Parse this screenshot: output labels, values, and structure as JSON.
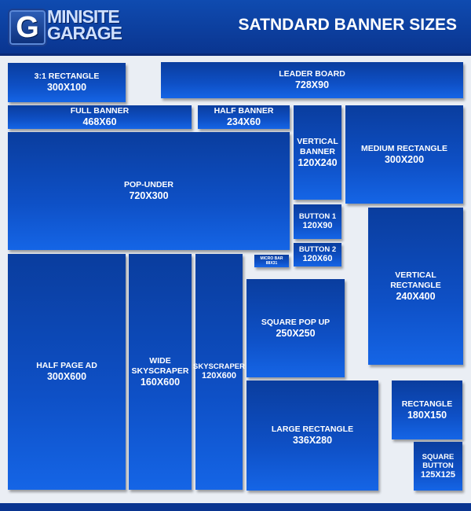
{
  "header": {
    "logo_letter": "G",
    "logo_line1": "MINISITE",
    "logo_line2": "GARAGE",
    "title": "SATNDARD BANNER SIZES"
  },
  "banners": {
    "rect_3_1": {
      "name": "3:1 RECTANGLE",
      "size": "300X100"
    },
    "leaderboard": {
      "name": "LEADER BOARD",
      "size": "728X90"
    },
    "full_banner": {
      "name": "FULL BANNER",
      "size": "468X60"
    },
    "half_banner": {
      "name": "HALF BANNER",
      "size": "234X60"
    },
    "vertical_banner": {
      "name": "VERTICAL BANNER",
      "size": "120X240"
    },
    "medium_rectangle": {
      "name": "MEDIUM RECTANGLE",
      "size": "300X200"
    },
    "pop_under": {
      "name": "POP-UNDER",
      "size": "720X300"
    },
    "button_1": {
      "name": "BUTTON 1",
      "size": "120X90"
    },
    "button_2": {
      "name": "BUTTON 2",
      "size": "120X60"
    },
    "micro_bar": {
      "name": "MICRO BAR",
      "size": "88X31"
    },
    "vertical_rectangle": {
      "name": "VERTICAL RECTANGLE",
      "size": "240X400"
    },
    "half_page_ad": {
      "name": "HALF PAGE AD",
      "size": "300X600"
    },
    "wide_skyscraper": {
      "name": "WIDE SKYSCRAPER",
      "size": "160X600"
    },
    "skyscraper": {
      "name": "SKYSCRAPER",
      "size": "120X600"
    },
    "square_pop_up": {
      "name": "SQUARE POP UP",
      "size": "250X250"
    },
    "large_rectangle": {
      "name": "LARGE RECTANGLE",
      "size": "336X280"
    },
    "rectangle": {
      "name": "RECTANGLE",
      "size": "180X150"
    },
    "square_button": {
      "name": "SQUARE BUTTON",
      "size": "125X125"
    }
  },
  "colors": {
    "header_bg": "#0f4bb0",
    "banner_top": "#0a3d9e",
    "banner_bottom": "#1565e6",
    "canvas_bg": "#eaeef4"
  }
}
